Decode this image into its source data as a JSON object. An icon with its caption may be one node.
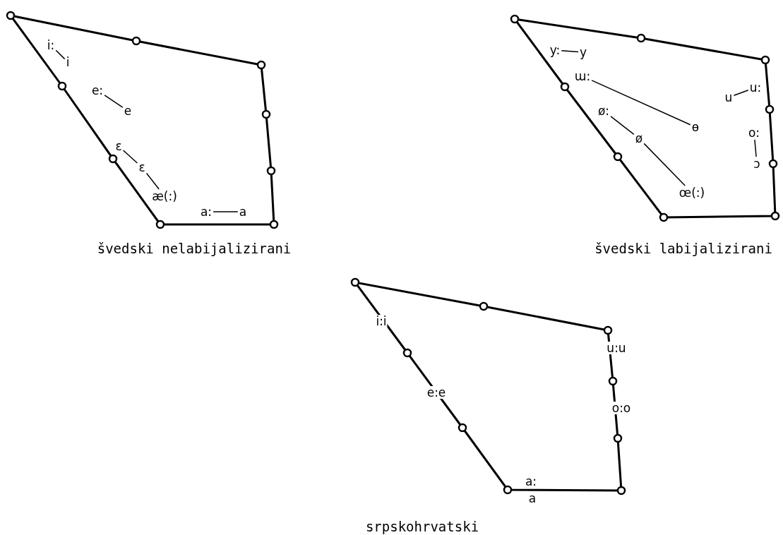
{
  "diagram": {
    "nodes": [
      {
        "text": [
          "i:"
        ]
      },
      {
        "text": [
          "i"
        ]
      },
      {
        "text": [
          "e:"
        ]
      },
      {
        "text": [
          "e"
        ]
      },
      {
        "text": [
          "ɛ"
        ]
      },
      {
        "text": [
          "ɛ"
        ]
      },
      {
        "text": [
          "æ(:)"
        ]
      },
      {
        "text": [
          "a:"
        ]
      },
      {
        "text": [
          "a"
        ]
      },
      {
        "text": [
          "y:"
        ]
      },
      {
        "text": [
          "y"
        ]
      },
      {
        "text": [
          "ɯ:"
        ]
      },
      {
        "text": [
          "u:"
        ]
      },
      {
        "text": [
          "u"
        ]
      },
      {
        "text": [
          "ø:"
        ]
      },
      {
        "text": [
          "ɵ"
        ]
      },
      {
        "text": [
          "ø"
        ]
      },
      {
        "text": [
          "o:"
        ]
      },
      {
        "text": [
          "ɔ"
        ]
      },
      {
        "text": [
          "œ(:)"
        ]
      }
    ],
    "edges": [
      {
        "from": 0,
        "to": 1,
        "arrow": "none"
      },
      {
        "from": 2,
        "to": 3,
        "arrow": "none"
      },
      {
        "from": 4,
        "to": 5,
        "arrow": "none"
      },
      {
        "from": 5,
        "to": 6,
        "arrow": "none"
      },
      {
        "from": 7,
        "to": 8,
        "arrow": "none"
      },
      {
        "from": 9,
        "to": 10,
        "arrow": "none"
      },
      {
        "from": 11,
        "to": 15,
        "arrow": "none"
      },
      {
        "from": 13,
        "to": 12,
        "arrow": "none"
      },
      {
        "from": 14,
        "to": 16,
        "arrow": "none"
      },
      {
        "from": 16,
        "to": 19,
        "arrow": "none"
      },
      {
        "from": 17,
        "to": 18,
        "arrow": "none"
      }
    ],
    "labels": [
      "švedski nelabijalizirani",
      "švedski labijalizirani",
      "i:i",
      "u:u",
      "e:e",
      "o:o",
      "a:",
      "a",
      "srpskohrvatski"
    ]
  }
}
